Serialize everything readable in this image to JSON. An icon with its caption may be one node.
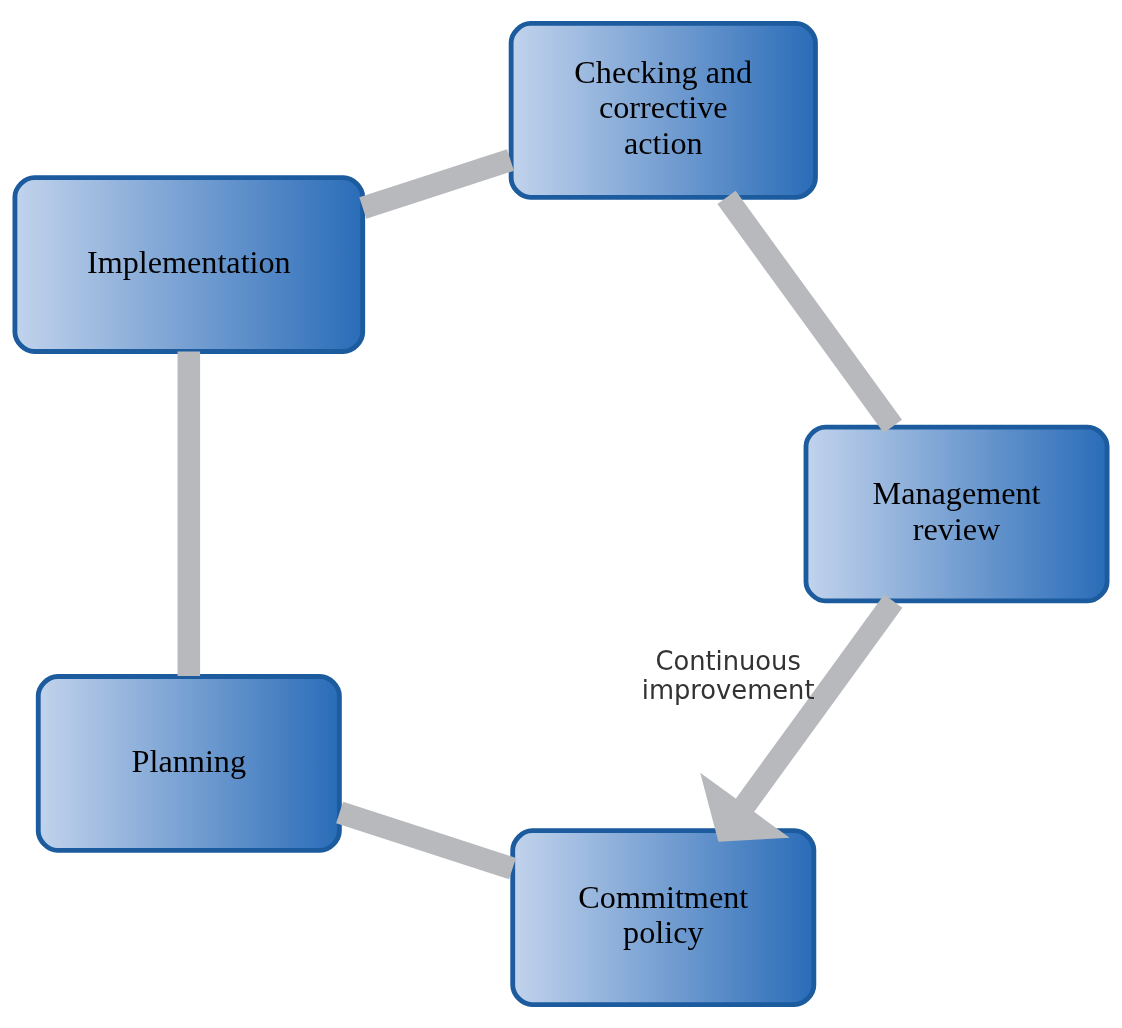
{
  "diagram": {
    "nodes": [
      {
        "text": [
          "Commitment policy"
        ]
      },
      {
        "text": [
          "Planning"
        ]
      },
      {
        "text": [
          "Implementation"
        ]
      },
      {
        "text": [
          "Checking and corrective action"
        ]
      },
      {
        "text": [
          "Management review"
        ]
      }
    ],
    "edges": [
      {
        "from": 0,
        "to": 1,
        "arrow": "none"
      },
      {
        "from": 1,
        "to": 2,
        "arrow": "none"
      },
      {
        "from": 2,
        "to": 3,
        "arrow": "none"
      },
      {
        "from": 3,
        "to": 4,
        "arrow": "none"
      },
      {
        "from": 4,
        "to": 0,
        "arrow": "to",
        "label": "Continuous improvement"
      }
    ]
  }
}
